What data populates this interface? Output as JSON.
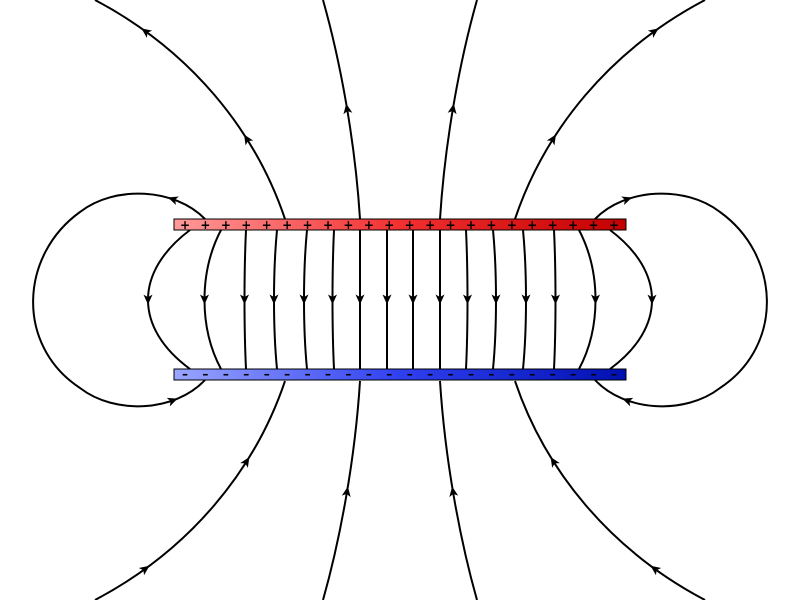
{
  "title": "Parallel plate capacitor electric field lines",
  "plates": {
    "top": {
      "label": "positive-plate",
      "charge_symbol": "+",
      "count": 22,
      "color_start": "#ff9a9a",
      "color_end": "#c40000"
    },
    "bottom": {
      "label": "negative-plate",
      "charge_symbol": "–",
      "count": 22,
      "color_start": "#9aa6ff",
      "color_end": "#0010b0"
    }
  },
  "field_line_color": "#000000"
}
